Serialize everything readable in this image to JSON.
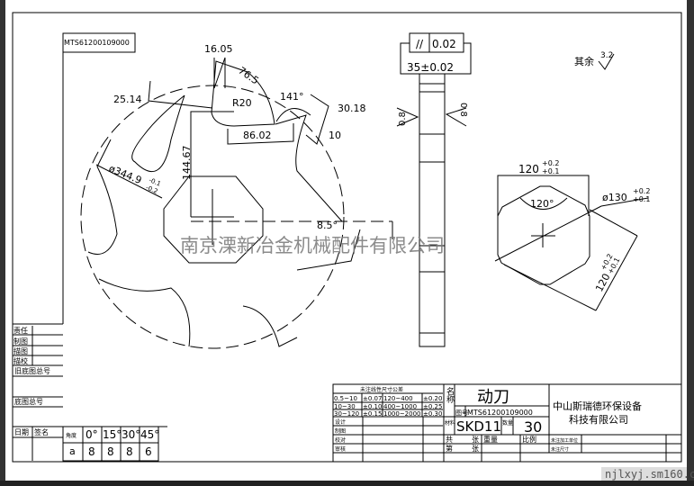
{
  "drawing_number_tag": "MTS61200109000",
  "dimensions": {
    "d1": "16.05",
    "d2": "76.5",
    "d3": "25.14",
    "d4": "R20",
    "d5": "141°",
    "d6": "30.18",
    "d7": "86.02",
    "d8": "10",
    "d9": "144.67",
    "d10_main": "ø344.9",
    "d10_tol_upper": "-0.1",
    "d10_tol_lower": "-0.2",
    "d11": "8.5°"
  },
  "side_view": {
    "tolerance_symbol": "//",
    "tolerance_value": "0.02",
    "thickness": "35±0.02",
    "roughness_left": "0.8",
    "roughness_right": "0.8"
  },
  "surface_note": {
    "label": "其余",
    "value": "3.2"
  },
  "hole_view": {
    "width_main": "120",
    "width_tol_upper": "+0.2",
    "width_tol_lower": "+0.1",
    "angle": "120°",
    "diameter_main": "ø130",
    "diameter_tol_upper": "+0.2",
    "diameter_tol_lower": "+0.1",
    "diag_main": "120",
    "diag_tol_upper": "+0.2",
    "diag_tol_lower": "+0.1"
  },
  "watermark_center": "南京溧新冶金机械配件有限公司",
  "watermark_footer": "njlxyj.sm160.com",
  "left_column": {
    "rows": [
      "责任",
      "制图",
      "描图",
      "描校",
      "旧底图总号",
      "底图总号"
    ],
    "date_label": "日期",
    "sign_label": "签名"
  },
  "angle_table": {
    "header": "角度",
    "angles": [
      "0°",
      "15°",
      "30°",
      "45°"
    ],
    "row_label": "a",
    "values": [
      "8",
      "8",
      "8",
      "6"
    ]
  },
  "tolerance_table": {
    "title": "未注线性尺寸公差",
    "rows": [
      [
        "0.5~10",
        "±0.07",
        "120~400",
        "±0.20"
      ],
      [
        "10~30",
        "±0.10",
        "400~1000",
        "±0.25"
      ],
      [
        "30~120",
        "±0.15",
        "1000~2000",
        "±0.30"
      ]
    ],
    "sign_rows": [
      "设计",
      "制图",
      "校对",
      "审核"
    ]
  },
  "title_block": {
    "name_label": "名称",
    "part_name": "动刀",
    "drawing_no_label": "图号",
    "drawing_no": "MTS61200109000",
    "material_label": "材料",
    "material": "SKD11",
    "qty_label": "数量",
    "qty": "30",
    "company_line1": "中山斯瑞德环保设备",
    "company_line2": "科技有限公司",
    "total_label": "共",
    "sheet_label": "张",
    "weight_label": "重量",
    "scale_label": "比例",
    "page_label": "第",
    "sheet_label2": "张",
    "note1": "未注加工单位",
    "note2": "未注尺寸"
  }
}
